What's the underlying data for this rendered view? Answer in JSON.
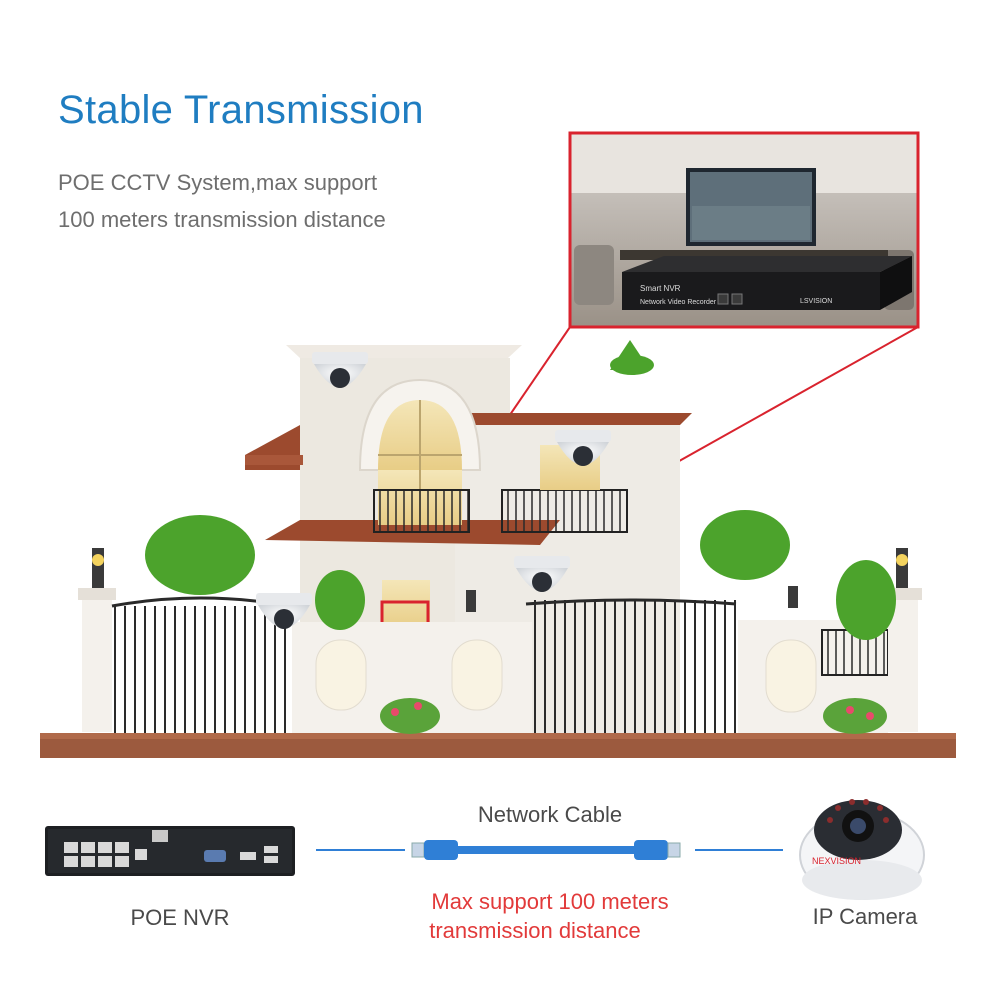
{
  "header": {
    "title": "Stable Transmission",
    "subtitle_line1": "POE CCTV System,max support",
    "subtitle_line2": "100 meters transmission distance"
  },
  "inset": {
    "device_line1": "Smart NVR",
    "device_line2": "Network Video Recorder",
    "brand": "LSVISION"
  },
  "diagram": {
    "nvr_label": "POE NVR",
    "cable_label": "Network Cable",
    "camera_label": "IP Camera",
    "distance_line1": "Max support 100 meters",
    "distance_line2": "transmission distance"
  },
  "camera_brand": "NEXVISION",
  "colors": {
    "title_blue": "#1f7dc1",
    "highlight_red": "#d9232e",
    "cable_blue": "#2f7fd6",
    "roof_brown": "#9c4a2e"
  }
}
